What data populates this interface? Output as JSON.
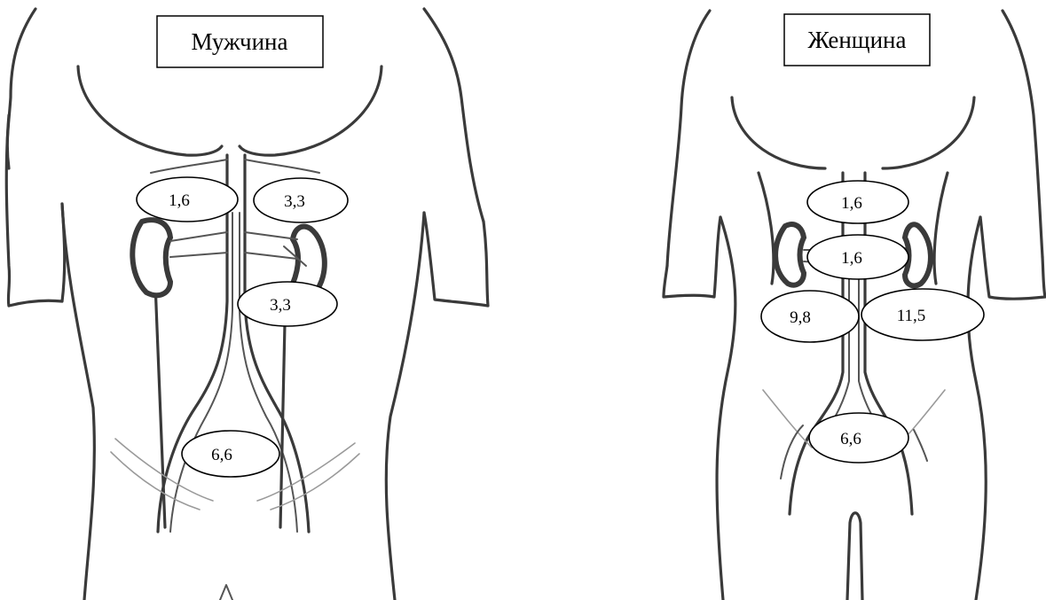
{
  "panels": {
    "male": {
      "title": "Мужчина",
      "values": [
        "1,6",
        "3,3",
        "3,3",
        "6,6"
      ]
    },
    "female": {
      "title": "Женщина",
      "values": [
        "1,6",
        "1,6",
        "9,8",
        "11,5",
        "6,6"
      ]
    }
  }
}
